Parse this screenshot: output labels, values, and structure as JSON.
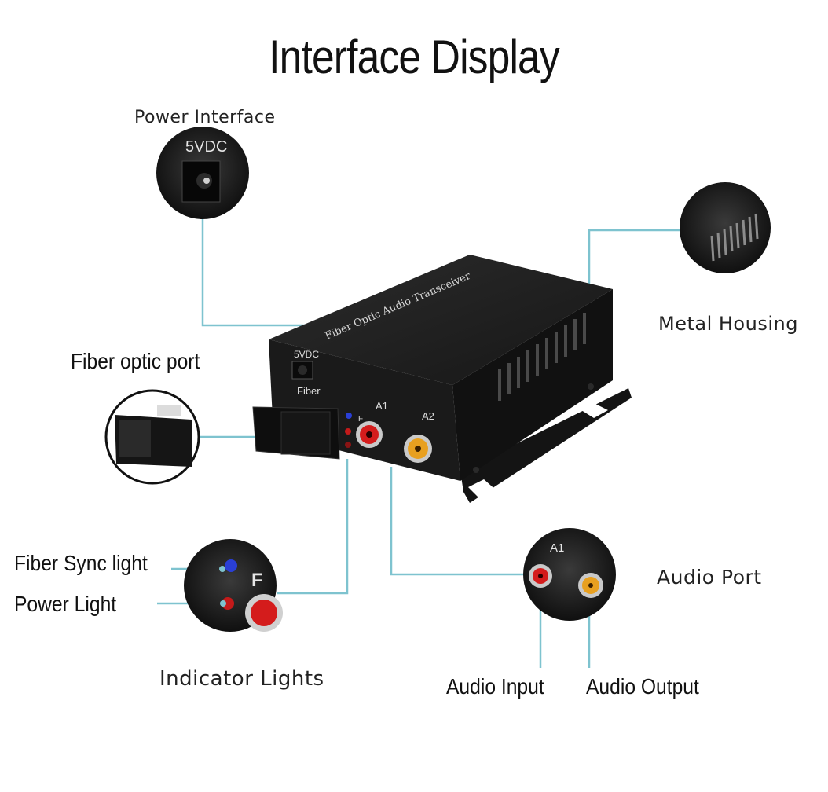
{
  "title": "Interface Display",
  "callouts": {
    "power_interface": "Power Interface",
    "metal_housing": "Metal Housing",
    "fiber_optic_port": "Fiber optic port",
    "fiber_sync_light": "Fiber Sync light",
    "power_light": "Power Light",
    "indicator_lights": "Indicator Lights",
    "audio_port": "Audio Port",
    "audio_input": "Audio Input",
    "audio_output": "Audio Output"
  },
  "device": {
    "power_jack_label": "5VDC",
    "fiber_label": "Fiber",
    "port_a1_label": "A1",
    "port_a2_label": "A2",
    "led_label": "F",
    "top_title": "Fiber Optic Audio Transceiver"
  },
  "colors": {
    "leader_line": "#7ec3cf",
    "housing": "#1b1b1b",
    "input_jack": "#d41c1c",
    "output_jack": "#e8a020",
    "sync_led": "#2a3fd6",
    "power_led": "#c41a1a"
  }
}
